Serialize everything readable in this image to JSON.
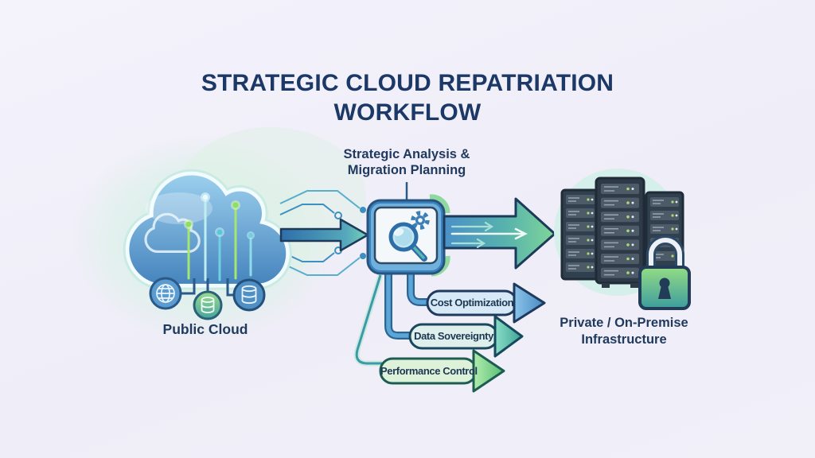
{
  "title": {
    "line1": "STRATEGIC CLOUD REPATRIATION",
    "line2": "WORKFLOW"
  },
  "labels": {
    "analysis": {
      "line1": "Strategic Analysis &",
      "line2": "Migration Planning"
    },
    "public_cloud": "Public Cloud",
    "private_infra": {
      "line1": "Private / On-Premise",
      "line2": "Infrastructure"
    }
  },
  "branches": [
    {
      "label": "Cost Optimization",
      "color": "#4f97cc"
    },
    {
      "label": "Data Sovereignty",
      "color": "#45b3a4"
    },
    {
      "label": "Performance Control",
      "color": "#6fcc85"
    }
  ],
  "icons": {
    "cloud": "cloud-icon",
    "globe": "globe-icon",
    "database_green": "database-icon-green",
    "database_blue": "database-icon-blue",
    "magnifier": "magnifying-glass-icon",
    "gear": "gear-icon",
    "server_rack": "server-rack-icon",
    "padlock": "padlock-icon"
  },
  "colors": {
    "background": "#f1eff8",
    "title_text": "#1c3866",
    "label_text": "#203a5e",
    "cloud_top": "#9cd0ee",
    "cloud_bottom": "#4583bd",
    "arrow_outline": "#1e3a5a",
    "migration_arrow_blue": "#4b90c8",
    "migration_arrow_green": "#7fd598",
    "server_body": "#2e3a48",
    "lock_green": "#93dc85",
    "lock_teal": "#3e9d9d"
  }
}
